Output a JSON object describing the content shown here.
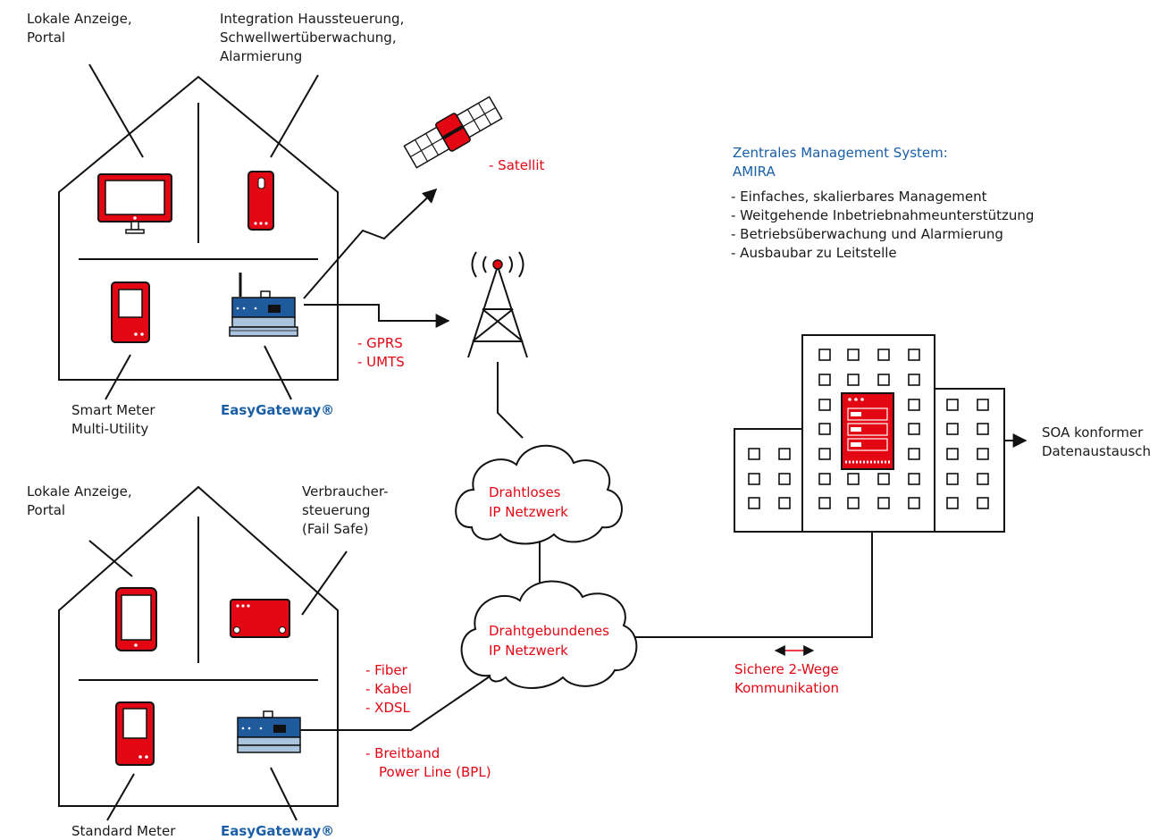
{
  "colors": {
    "red": "#e30613",
    "dark_red": "#b3000c",
    "blue": "#1a5fa6",
    "gateway_blue": "#1e5a9c",
    "gateway_base": "#a9c4dc",
    "black": "#111111"
  },
  "top_house": {
    "local_display": [
      "Lokale Anzeige,",
      "Portal"
    ],
    "integration": [
      "Integration Haussteuerung,",
      "Schwellwertüberwachung,",
      "Alarmierung"
    ],
    "smart_meter": [
      "Smart Meter",
      "Multi-Utility"
    ],
    "gateway": "EasyGateway®",
    "icons": [
      "monitor-icon",
      "sensor-icon",
      "smart-meter-icon",
      "gateway-icon"
    ]
  },
  "bottom_house": {
    "local_display": [
      "Lokale Anzeige,",
      "Portal"
    ],
    "consumer_control": [
      "Verbraucher-",
      "steuerung",
      "(Fail Safe)"
    ],
    "standard_meter": "Standard Meter",
    "gateway": "EasyGateway®",
    "icons": [
      "tablet-icon",
      "controller-icon",
      "meter-icon",
      "gateway-icon"
    ]
  },
  "links": {
    "satellite": "- Satellit",
    "mobile": [
      "- GPRS",
      "- UMTS"
    ],
    "wired": [
      "- Fiber",
      "- Kabel",
      "- XDSL"
    ],
    "bpl": [
      "- Breitband",
      "Power Line (BPL)"
    ]
  },
  "clouds": {
    "wireless": [
      "Drahtloses",
      "IP Netzwerk"
    ],
    "wired": [
      "Drahtgebundenes",
      "IP Netzwerk"
    ]
  },
  "management": {
    "title": [
      "Zentrales Management System:",
      "AMIRA"
    ],
    "features": [
      "- Einfaches, skalierbares Management",
      "- Weitgehende Inbetriebnahmeunterstützung",
      "- Betriebsüberwachung und Alarmierung",
      "- Ausbaubar zu Leitstelle"
    ]
  },
  "communication": [
    "Sichere 2-Wege",
    "Kommunikation"
  ],
  "soa": [
    "SOA konformer",
    "Datenaustausch"
  ]
}
